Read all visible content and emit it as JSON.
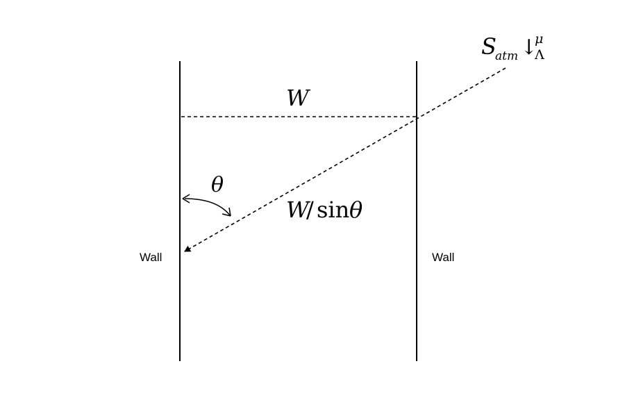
{
  "labels": {
    "left_wall": "Wall",
    "right_wall": "Wall",
    "width": "W",
    "angle": "θ",
    "slant_numerator": "W",
    "slant_slash": "/",
    "slant_func": "sin",
    "slant_angle": "θ",
    "source_main": "S",
    "source_subscript": "atm",
    "source_arrow": "↓",
    "source_superscript": "μ",
    "source_subscript2": "Λ"
  },
  "colors": {
    "ink": "#000000",
    "background": "#ffffff"
  }
}
